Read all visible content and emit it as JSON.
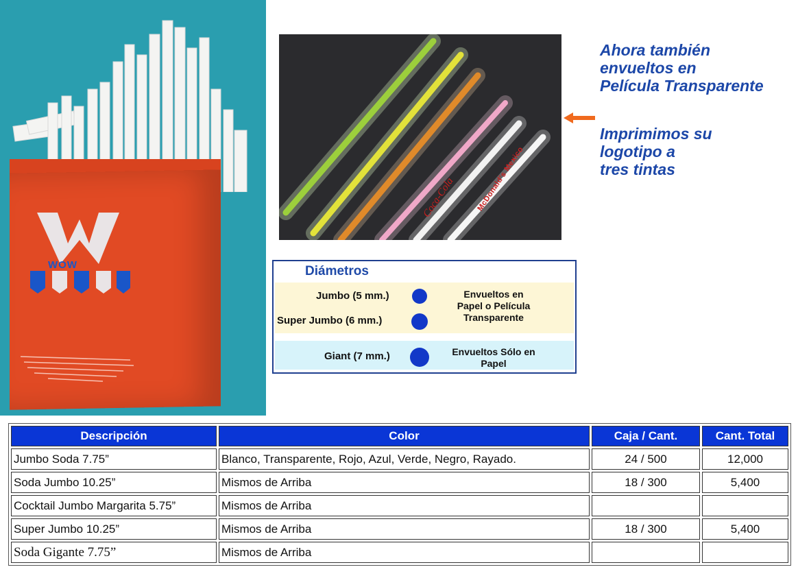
{
  "photo": {
    "logo_text": "WOW"
  },
  "promo": {
    "line1": "Ahora también",
    "line2": "envueltos en",
    "line3": "Película Transparente",
    "line4": "Imprimimos su",
    "line5": "logotipo a",
    "line6": "tres tintas"
  },
  "straw_photo": {
    "brand1": "Coca-Cola",
    "brand2": "McDonald's Mexico"
  },
  "diameters": {
    "title": "Diámetros",
    "items": [
      {
        "label": "Jumbo (5 mm.)"
      },
      {
        "label": "Super Jumbo (6 mm.)"
      },
      {
        "label": "Giant (7 mm.)"
      }
    ],
    "note1": [
      "Envueltos en",
      "Papel o Película",
      "Transparente"
    ],
    "note2": [
      "Envueltos Sólo en",
      "Papel"
    ]
  },
  "table": {
    "headers": [
      "Descripción",
      "Color",
      "Caja / Cant.",
      "Cant. Total"
    ],
    "rows": [
      [
        "Jumbo Soda 7.75”",
        "Blanco, Transparente, Rojo, Azul, Verde, Negro, Rayado.",
        "24 / 500",
        "12,000"
      ],
      [
        "Soda Jumbo 10.25”",
        "Mismos de Arriba",
        "18 / 300",
        "5,400"
      ],
      [
        "Cocktail Jumbo Margarita 5.75”",
        "Mismos de Arriba",
        "",
        ""
      ],
      [
        "Super Jumbo 10.25”",
        "Mismos de Arriba",
        "18 / 300",
        "5,400"
      ],
      [
        "Soda Gigante 7.75”",
        "Mismos de Arriba",
        "",
        ""
      ]
    ]
  },
  "colors": {
    "promo_text": "#1c47a8",
    "header_bg": "#0a36d6",
    "dot": "#1238c8",
    "carton": "#e14a24"
  }
}
